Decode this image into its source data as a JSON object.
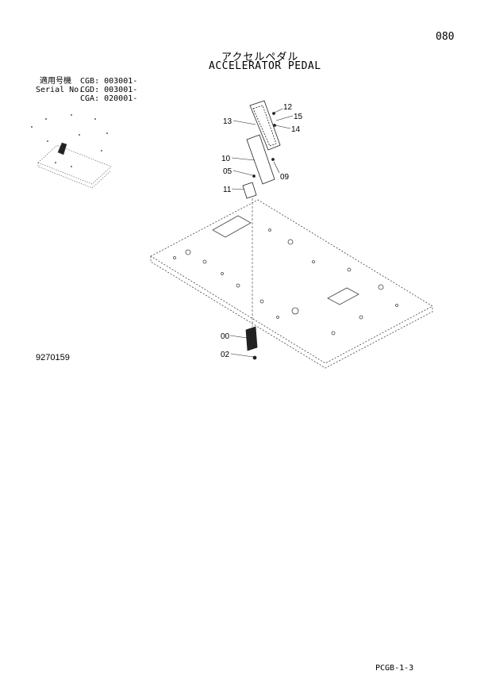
{
  "header": {
    "page_number": "080",
    "title_jp": "アクセルペダル",
    "title_en": "ACCELERATOR PEDAL"
  },
  "serial_info": {
    "label_jp": "適用号機",
    "label_en": "Serial No.",
    "rows": [
      {
        "model": "CGB",
        "number": "003001-"
      },
      {
        "model": "CGD",
        "number": "003001-"
      },
      {
        "model": "CGA",
        "number": "020001-"
      }
    ]
  },
  "diagram": {
    "id": "9270159",
    "callouts": [
      "13",
      "12",
      "15",
      "14",
      "10",
      "05",
      "09",
      "11",
      "00",
      "02"
    ]
  },
  "footer": {
    "code": "PCGB-1-3"
  }
}
